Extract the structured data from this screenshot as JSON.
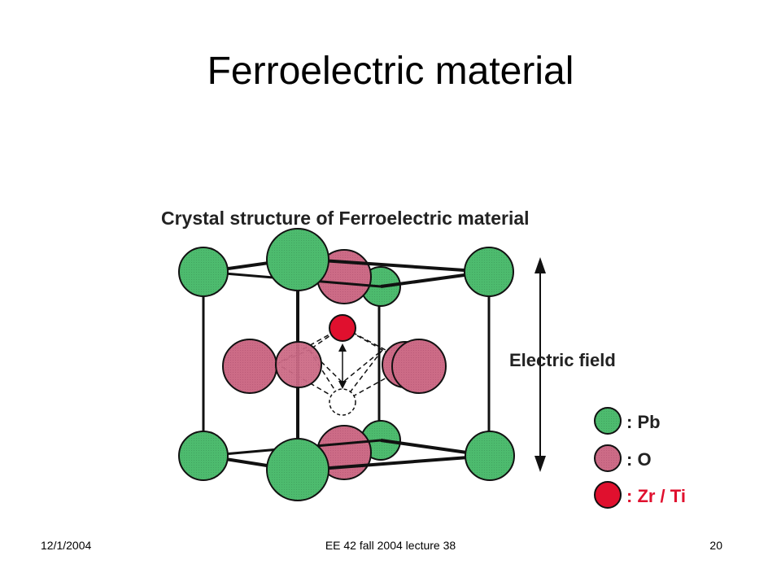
{
  "slide": {
    "title": "Ferroelectric material",
    "footer_left": "12/1/2004",
    "footer_center": "EE 42 fall 2004 lecture 38",
    "footer_right": "20"
  },
  "figure": {
    "heading": "Crystal structure of Ferroelectric material",
    "field_label": "Electric field",
    "legend": [
      {
        "symbol": ": Pb",
        "color": "#4dbb6e"
      },
      {
        "symbol": ": O",
        "color": "#cc6b86"
      },
      {
        "symbol": ": Zr / Ti",
        "color": "#e0102e"
      }
    ]
  },
  "colors": {
    "pb": "#4dbb6e",
    "o": "#cc6b86",
    "ion": "#e0102e",
    "zr_label": "#e0102e"
  }
}
